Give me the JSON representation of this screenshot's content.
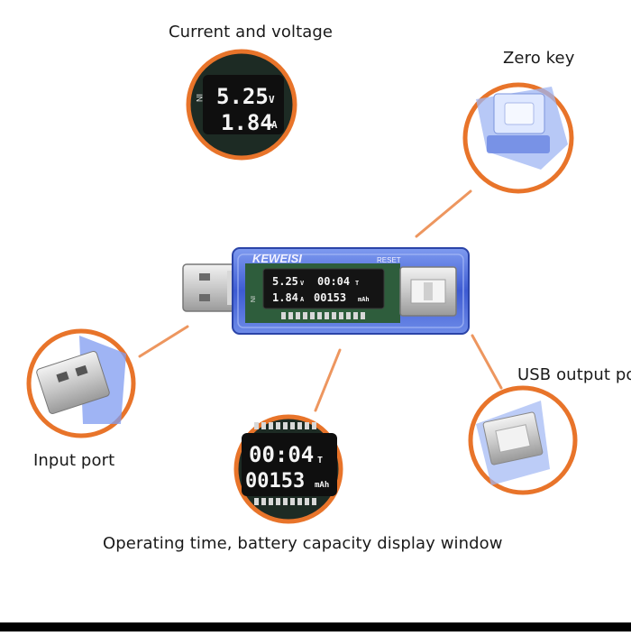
{
  "labels": {
    "current_voltage": "Current and voltage",
    "zero_key": "Zero key",
    "usb_output": "USB output port",
    "input_port": "Input port",
    "operating_time": "Operating time, battery capacity display window"
  },
  "device": {
    "brand": "KEWEISI",
    "reset_label": "RESET",
    "in_label": "IN"
  },
  "display": {
    "voltage": "5.25",
    "voltage_unit": "V",
    "current": "1.84",
    "current_unit": "A",
    "time": "00:04",
    "time_unit": "T",
    "capacity": "00153",
    "capacity_unit": "mAh"
  },
  "colors": {
    "accent_orange": "#e8742a",
    "body_blue": "#3f5fd0",
    "lcd_bg": "#111111"
  }
}
